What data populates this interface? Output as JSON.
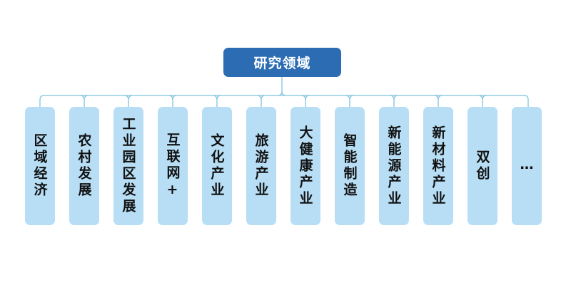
{
  "root": "研究领域",
  "children": [
    "区域经济",
    "农村发展",
    "工业园区发展",
    "互联网+",
    "文化产业",
    "旅游产业",
    "大健康产业",
    "智能制造",
    "新能源产业",
    "新材料产业",
    "双创",
    "…"
  ],
  "colors": {
    "root": "#2b6cb3",
    "node": "#b7def5",
    "line": "#7fc3de"
  }
}
